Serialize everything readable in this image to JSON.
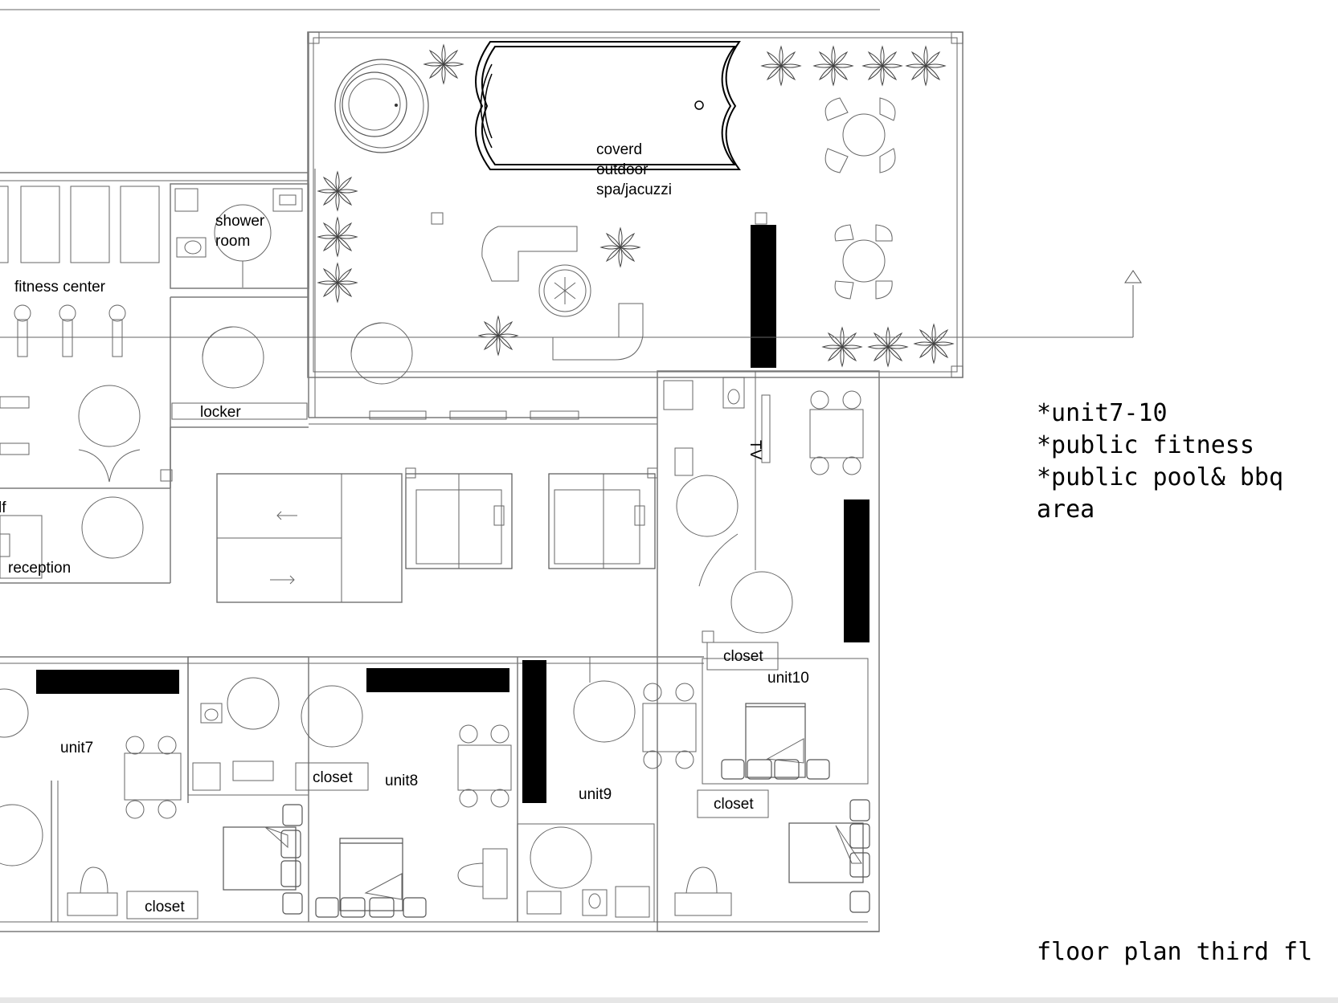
{
  "labels": {
    "spa": [
      "coverd",
      "outdoor",
      "spa/jacuzzi"
    ],
    "shower": [
      "shower",
      "room"
    ],
    "fitness": "fitness center",
    "locker": "locker",
    "reception": "reception",
    "self_fragment": "lf",
    "tv": "TV",
    "unit7": "unit7",
    "unit8": "unit8",
    "unit9": "unit9",
    "unit10": "unit10",
    "closet_unit7": "closet",
    "closet_unit8": "closet",
    "closet_unit10_top": "closet",
    "closet_unit10_bottom": "closet"
  },
  "notes": {
    "lines": [
      "*unit7-10",
      "*public fitness",
      "*public pool& bbq",
      "area"
    ]
  },
  "title": "floor plan third fl",
  "colors": {
    "ink": "#000000",
    "wall": "#7a7a7a",
    "background": "#ffffff"
  }
}
